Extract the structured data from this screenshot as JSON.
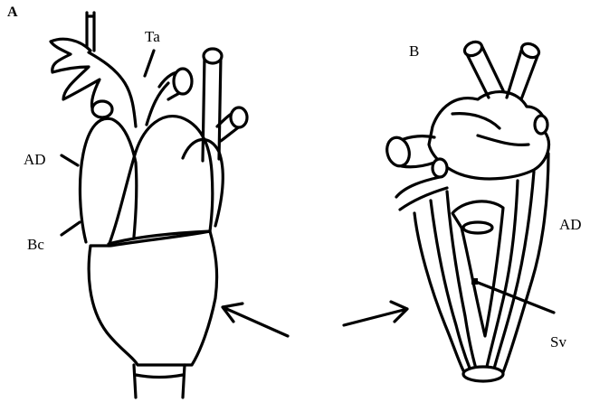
{
  "labels": {
    "panel_a": "A",
    "panel_b": "B",
    "ta": "Ta",
    "ad_left": "AD",
    "bc": "Bc",
    "ad_right": "AD",
    "sv": "Sv"
  }
}
